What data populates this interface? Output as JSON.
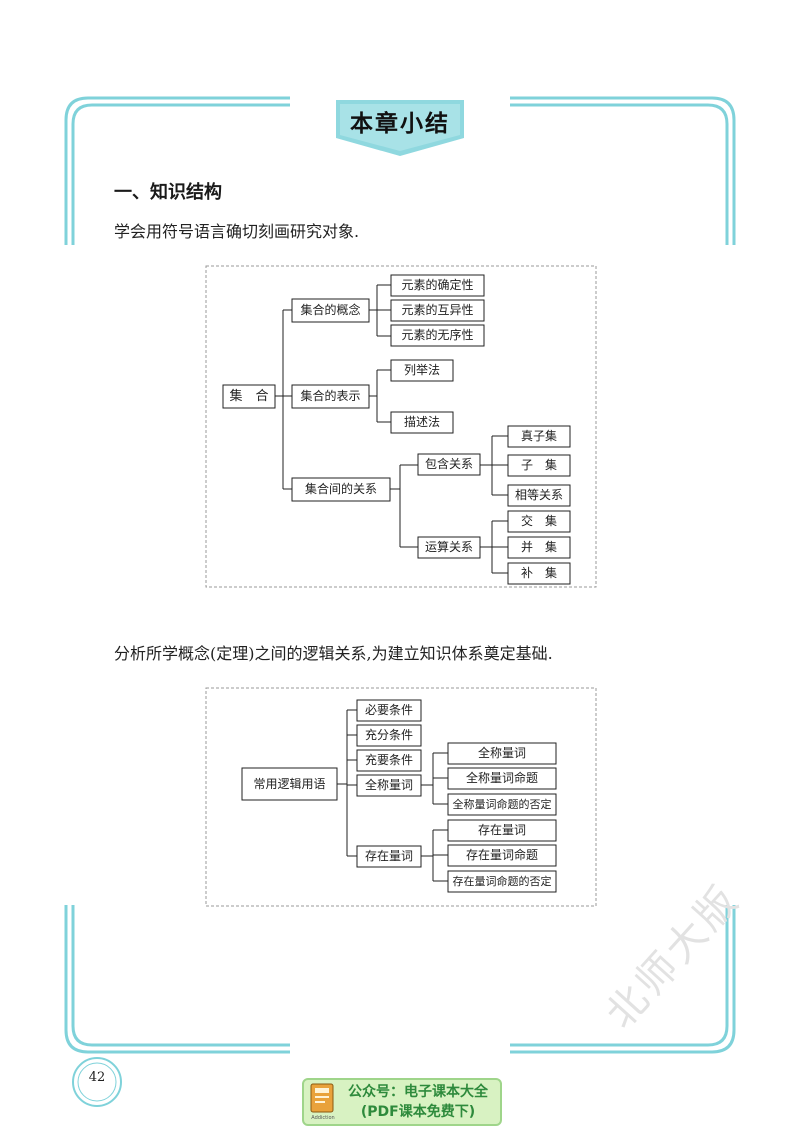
{
  "header": {
    "chapter_summary_title": "本章小结"
  },
  "section": {
    "heading": "一、知识结构"
  },
  "paragraphs": {
    "p1": "学会用符号语言确切刻画研究对象.",
    "p2": "分析所学概念(定理)之间的逻辑关系,为建立知识体系奠定基础."
  },
  "diagram1": {
    "root": "集　合",
    "concept": "集合的概念",
    "concept_items": [
      "元素的确定性",
      "元素的互异性",
      "元素的无序性"
    ],
    "representation": "集合的表示",
    "representation_items": [
      "列举法",
      "描述法"
    ],
    "relations": "集合间的关系",
    "inclusion": "包含关系",
    "inclusion_items": [
      "真子集",
      "子　集",
      "相等关系"
    ],
    "operation": "运算关系",
    "operation_items": [
      "交　集",
      "并　集",
      "补　集"
    ]
  },
  "diagram2": {
    "root": "常用逻辑用语",
    "items": [
      "必要条件",
      "充分条件",
      "充要条件",
      "全称量词",
      "存在量词"
    ],
    "universal_items": [
      "全称量词",
      "全称量词命题",
      "全称量词命题的否定"
    ],
    "existential_items": [
      "存在量词",
      "存在量词命题",
      "存在量词命题的否定"
    ]
  },
  "footer": {
    "page_number": "42",
    "banner_line1": "公众号：电子课本大全",
    "banner_line2": "(PDF课本免费下)",
    "banner_icon_caption": "Addiction",
    "watermark": "北师大版"
  },
  "colors": {
    "teal": "#6fcfd7",
    "banner_bg": "#d8f2c2",
    "banner_text": "#2e8a3c",
    "heading": "#1a1a1a"
  }
}
